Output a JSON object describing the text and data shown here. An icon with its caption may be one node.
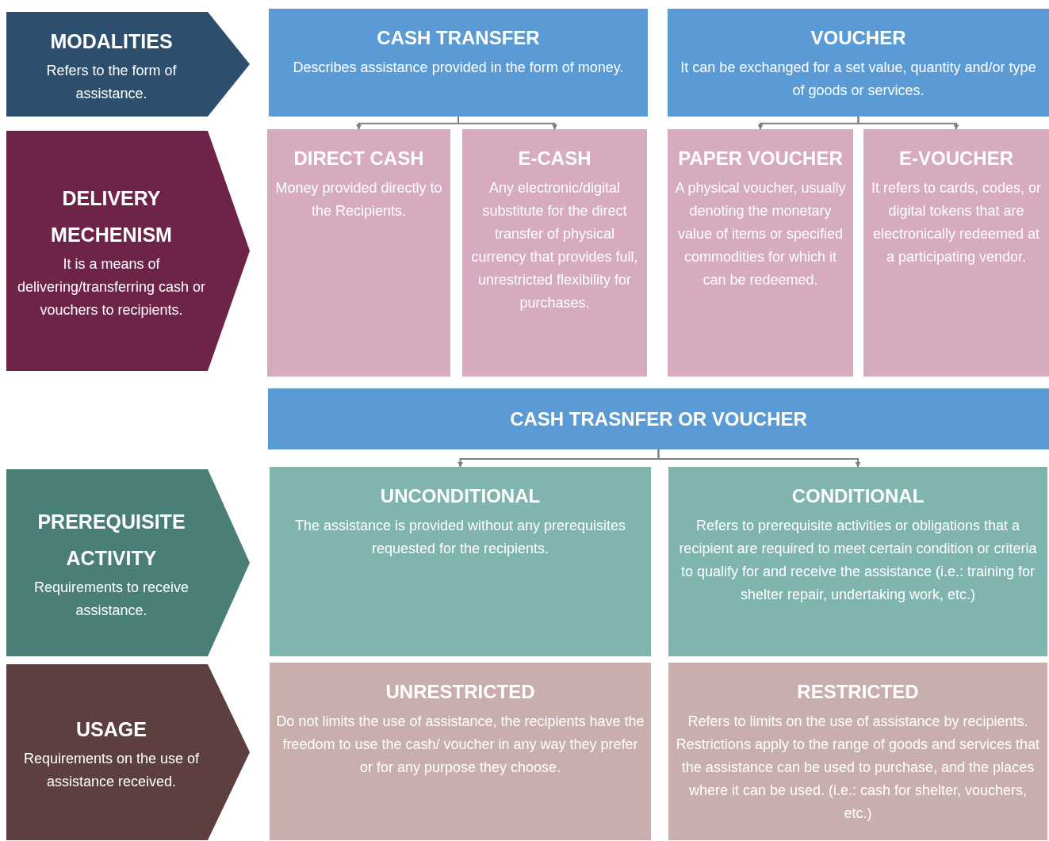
{
  "diagram": {
    "nodes": [
      {
        "text": [
          "MODALITIES",
          "Refers to the form of assistance."
        ]
      },
      {
        "text": [
          "CASH TRANSFER",
          "Describes assistance provided in the form of money."
        ]
      },
      {
        "text": [
          "VOUCHER",
          "It can be exchanged for a set value, quantity and/or type of goods or services."
        ]
      },
      {
        "text": [
          "DELIVERY MECHENISM",
          "It is a means of delivering/transferring cash or vouchers to recipients."
        ]
      },
      {
        "text": [
          "DIRECT CASH",
          "Money provided directly to the Recipients."
        ]
      },
      {
        "text": [
          "E-CASH",
          "Any electronic/digital substitute for the direct transfer of physical currency that provides full, unrestricted flexibility for purchases."
        ]
      },
      {
        "text": [
          "PAPER VOUCHER",
          "A physical voucher, usually denoting the monetary value of items or specified commodities for which it can be redeemed."
        ]
      },
      {
        "text": [
          "E-VOUCHER",
          "It refers to cards, codes, or digital tokens that are electronically redeemed at a participating vendor."
        ]
      },
      {
        "text": [
          "CASH TRASNFER OR VOUCHER"
        ]
      },
      {
        "text": [
          "PREREQUISITE ACTIVITY",
          "Requirements to receive assistance."
        ]
      },
      {
        "text": [
          "UNCONDITIONAL",
          "The assistance is provided without any prerequisites requested for the recipients."
        ]
      },
      {
        "text": [
          "CONDITIONAL",
          "Refers to prerequisite activities or obligations that a recipient are required to meet certain condition or criteria to qualify for and receive the assistance (i.e.: training for shelter repair, undertaking work, etc.)"
        ]
      },
      {
        "text": [
          "USAGE",
          "Requirements on the use of assistance received."
        ]
      },
      {
        "text": [
          "UNRESTRICTED",
          "Do not limits the use of assistance, the recipients have the freedom to use the cash/ voucher in any way they prefer or for any purpose they choose."
        ]
      },
      {
        "text": [
          "RESTRICTED",
          "Refers to limits on the use of assistance by recipients. Restrictions apply to the range of goods and services that the assistance can be used to purchase, and the places where it can be used.  (i.e.: cash for shelter, vouchers, etc.)"
        ]
      }
    ],
    "edges": [
      {
        "from": 1,
        "to": 4,
        "arrow": "to"
      },
      {
        "from": 1,
        "to": 5,
        "arrow": "to"
      },
      {
        "from": 2,
        "to": 6,
        "arrow": "to"
      },
      {
        "from": 2,
        "to": 7,
        "arrow": "to"
      },
      {
        "from": 8,
        "to": 10,
        "arrow": "to"
      },
      {
        "from": 8,
        "to": 11,
        "arrow": "to"
      }
    ]
  }
}
